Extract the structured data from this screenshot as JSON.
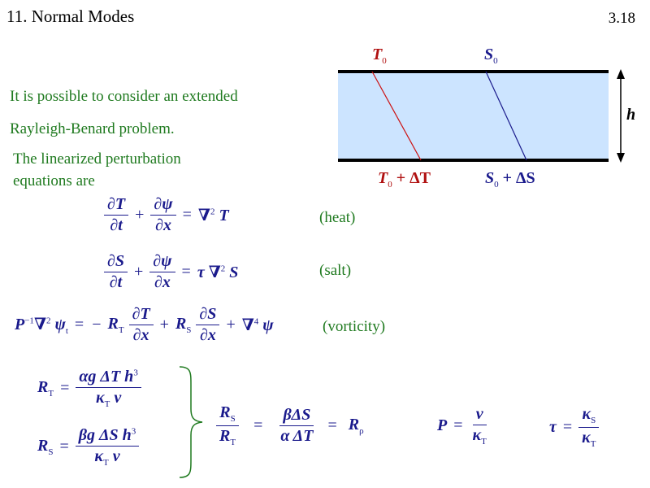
{
  "header": {
    "title": "11. Normal Modes",
    "slide_number": "3.18"
  },
  "intro": {
    "line1": "It is possible to consider an extended",
    "line2": "Rayleigh-Benard problem.",
    "line3": "The linearized perturbation",
    "line4": "equations are"
  },
  "diagram": {
    "fill_color": "#cce4ff",
    "t0": "T",
    "t0_sub": "0",
    "s0": "S",
    "s0_sub": "0",
    "t_bottom": "T",
    "t_bottom_sub": "0",
    "t_bottom_rest": " + ΔT",
    "s_bottom": "S",
    "s_bottom_sub": "0",
    "s_bottom_rest": " + ΔS",
    "height_label": "h"
  },
  "equations": {
    "heat_label": "(heat)",
    "salt_label": "(salt)",
    "vorticity_label": "(vorticity)"
  }
}
